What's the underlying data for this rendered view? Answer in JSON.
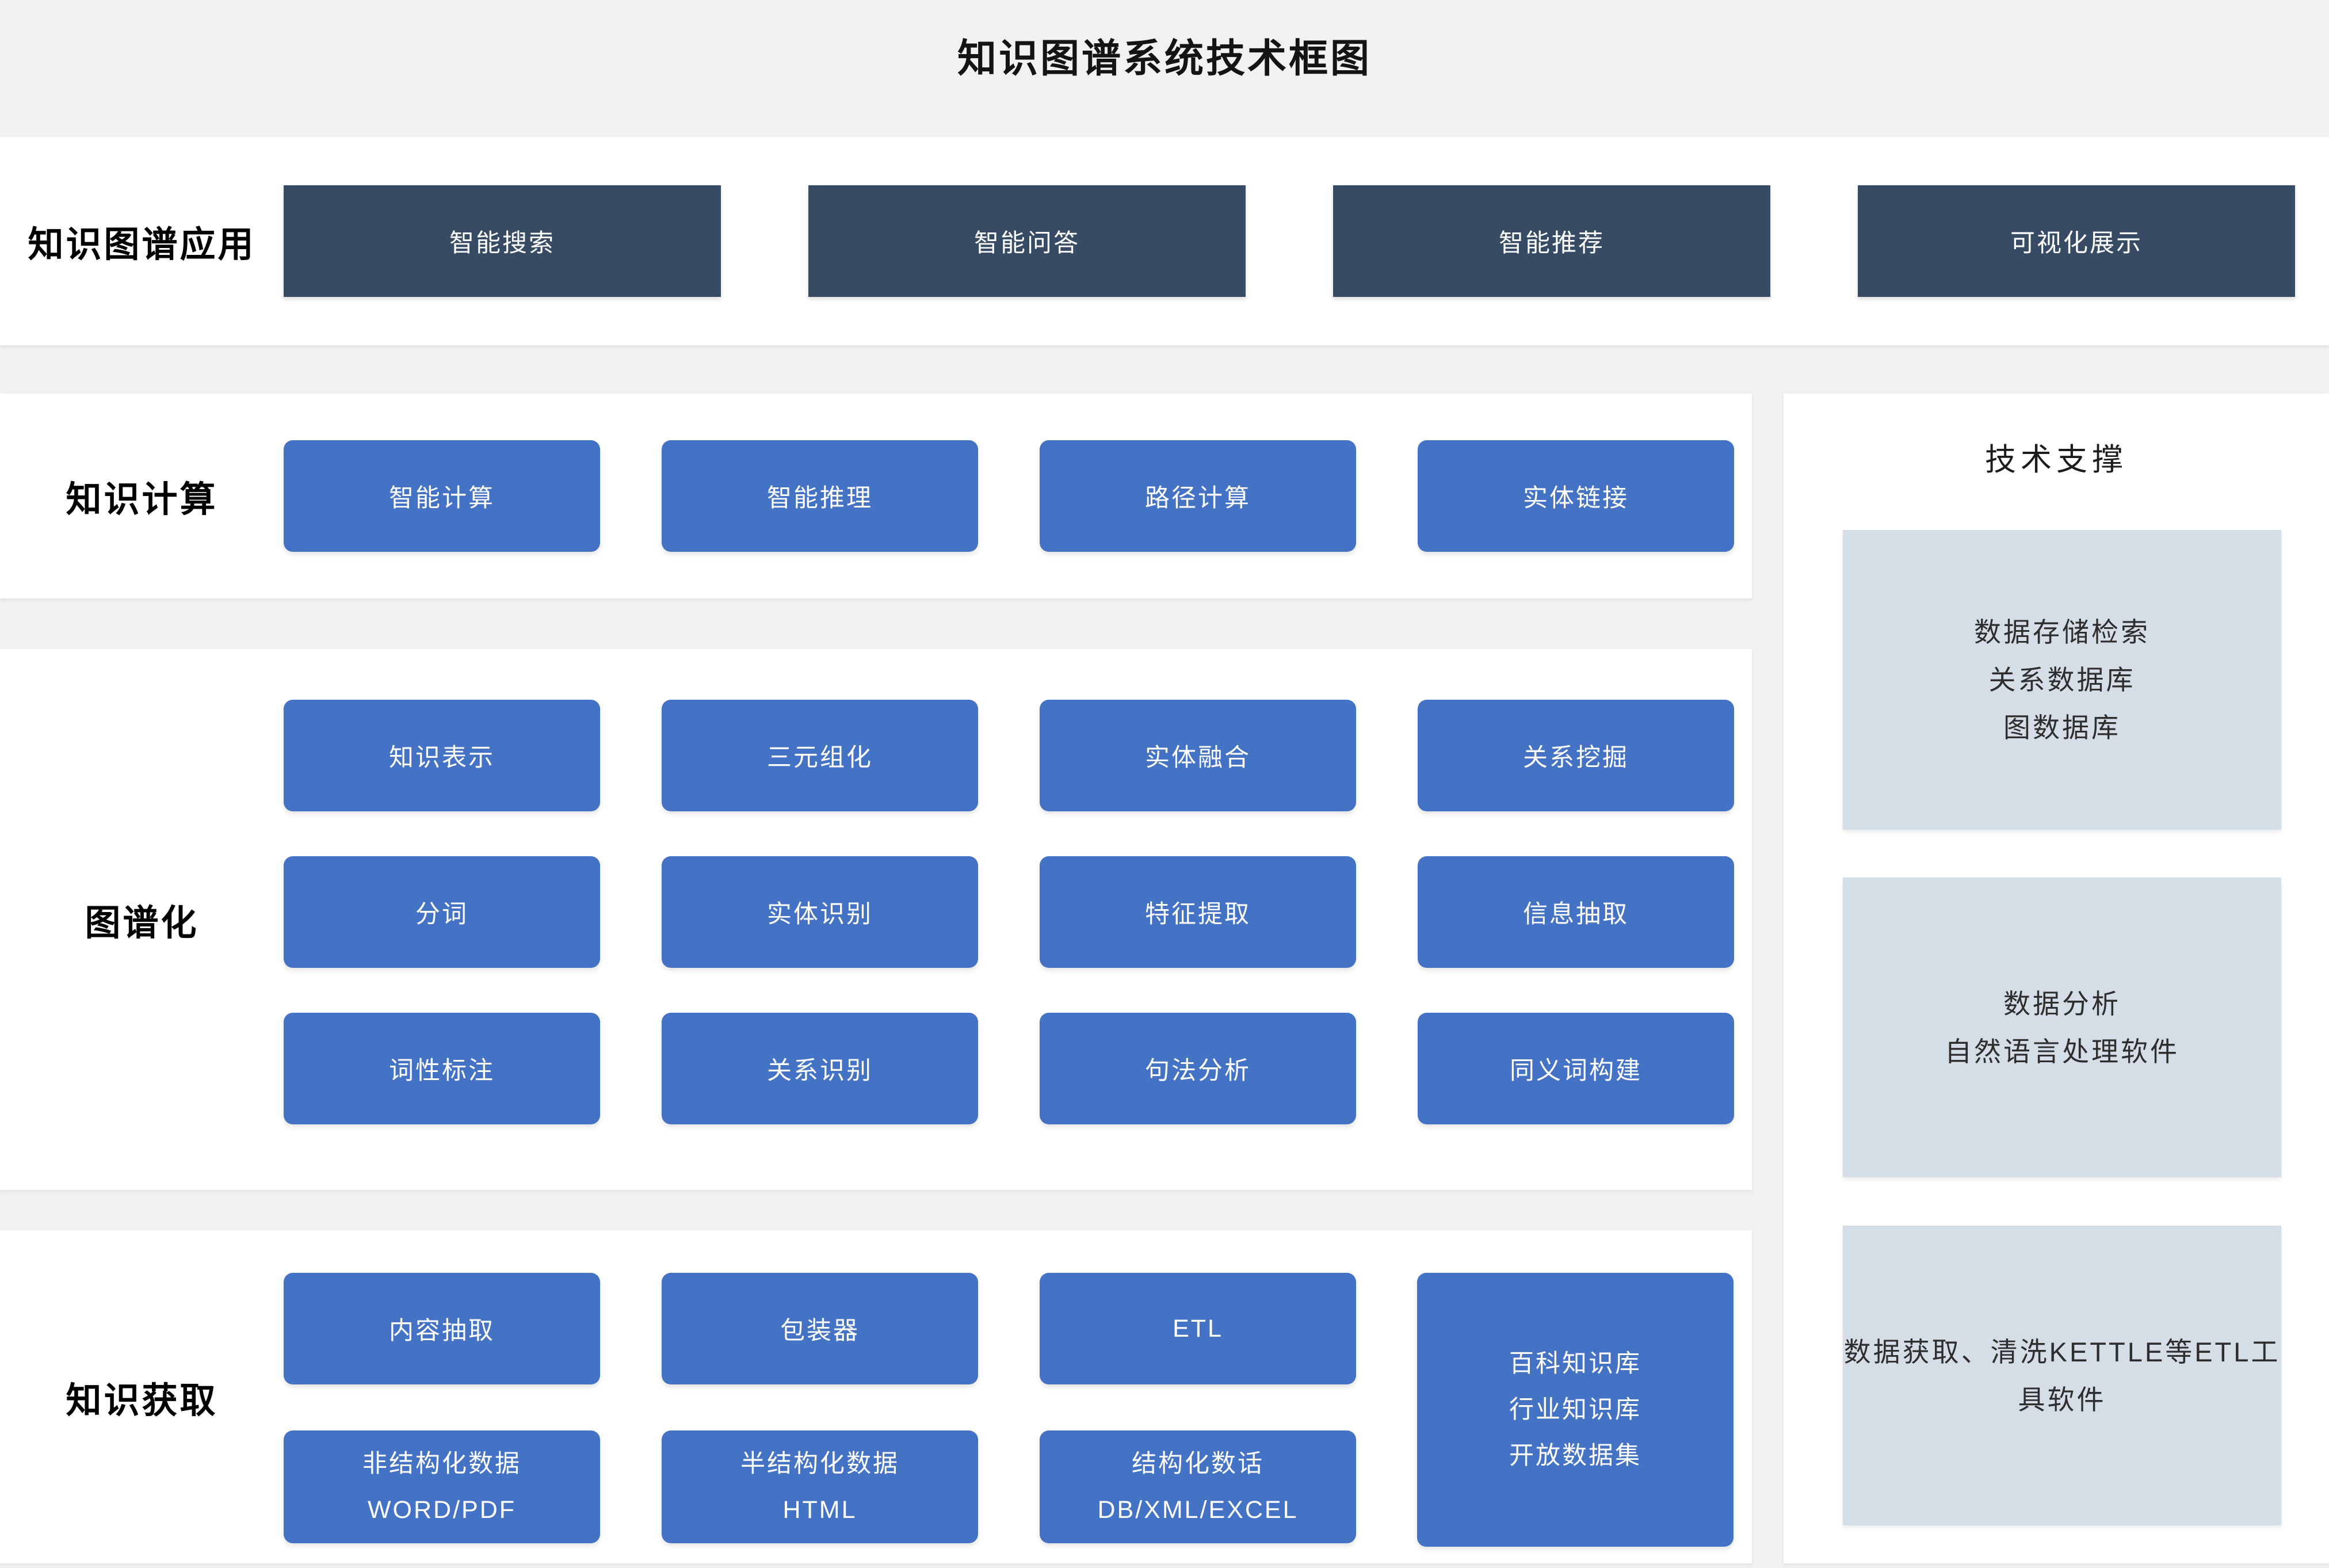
{
  "title": "知识图谱系统技术框图",
  "colors": {
    "dark_button": "#374B64",
    "blue_button": "#4472C4",
    "sidebar_box": "#D5DDE6",
    "page_background": "#F1F1F2"
  },
  "app_row": {
    "label": "知识图谱应用",
    "items": [
      "智能搜索",
      "智能问答",
      "智能推荐",
      "可视化展示"
    ]
  },
  "compute_row": {
    "label": "知识计算",
    "items": [
      "智能计算",
      "智能推理",
      "路径计算",
      "实体链接"
    ]
  },
  "graph_section": {
    "label": "图谱化",
    "rows": [
      [
        "知识表示",
        "三元组化",
        "实体融合",
        "关系挖掘"
      ],
      [
        "分词",
        "实体识别",
        "特征提取",
        "信息抽取"
      ],
      [
        "词性标注",
        "关系识别",
        "句法分析",
        "同义词构建"
      ]
    ]
  },
  "acquire_section": {
    "label": "知识获取",
    "row1": [
      "内容抽取",
      "包装器",
      "ETL"
    ],
    "row2": [
      [
        "非结构化数据",
        "WORD/PDF"
      ],
      [
        "半结构化数据",
        "HTML"
      ],
      [
        "结构化数话",
        "DB/XML/EXCEL"
      ]
    ],
    "kb_lines": [
      "百科知识库",
      "行业知识库",
      "开放数据集"
    ]
  },
  "sidebar": {
    "title": "技术支撑",
    "boxes": [
      [
        "数据存储检索",
        "关系数据库",
        "图数据库"
      ],
      [
        "数据分析",
        "自然语言处理软件"
      ],
      [
        "数据获取、清洗KETTLE等ETL工",
        "具软件"
      ]
    ]
  }
}
